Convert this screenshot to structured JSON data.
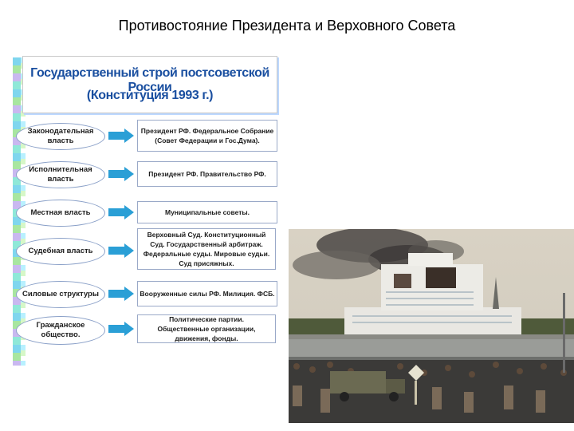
{
  "slide": {
    "title": "Противостояние Президента и Верховного Совета"
  },
  "diagram": {
    "header_line1": "Государственный строй постсоветской России",
    "header_line2": "(Конституция 1993 г.)",
    "rows": [
      {
        "branch": "Законодательная власть",
        "bodies": "Президент РФ. Федеральное Собрание (Совет Федерации и Гос.Дума)."
      },
      {
        "branch": "Исполнительная власть",
        "bodies": "Президент РФ. Правительство РФ."
      },
      {
        "branch": "Местная власть",
        "bodies": "Муниципальные советы."
      },
      {
        "branch": "Судебная власть",
        "bodies": "Верховный Суд. Конституционный Суд. Государственный арбитраж. Федеральные суды. Мировые судьи. Суд присяжных."
      },
      {
        "branch": "Силовые структуры",
        "bodies": "Вооруженные силы РФ. Милиция. ФСБ."
      },
      {
        "branch": "Гражданское общество.",
        "bodies": "Политические партии. Общественные организации, движения, фонды."
      }
    ],
    "colors": {
      "heading": "#1a4fa0",
      "arrow": "#2a9fd6"
    }
  },
  "photo": {
    "icon": "white-house-photo"
  }
}
